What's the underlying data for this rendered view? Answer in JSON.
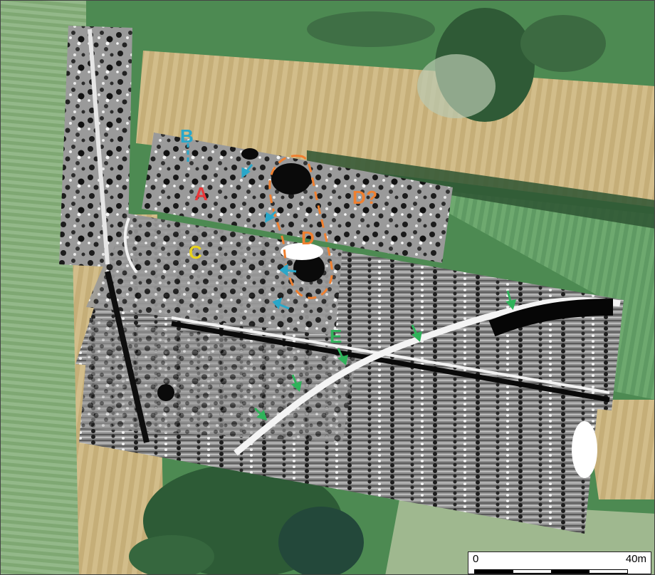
{
  "map": {
    "labels": {
      "A": {
        "text": "A",
        "color": "#e8383a"
      },
      "B": {
        "text": "B",
        "color": "#2aa7c9"
      },
      "C": {
        "text": "C",
        "color": "#e8d21e"
      },
      "D": {
        "text": "D",
        "color": "#f08030"
      },
      "D_uncertain": {
        "text": "D?",
        "color": "#f08030"
      },
      "E": {
        "text": "E",
        "color": "#2fb35a"
      }
    },
    "scale_bar": {
      "start_label": "0",
      "end_label": "40m"
    },
    "colors": {
      "field_green": "#4f8c4f",
      "field_tan": "#c9b27e",
      "tree_dark": "#2f5a36",
      "survey_gray": "#8a8a8a",
      "arrow_blue": "#2aa7c9",
      "arrow_green": "#2fb35a",
      "outline_orange": "#f08030"
    }
  }
}
